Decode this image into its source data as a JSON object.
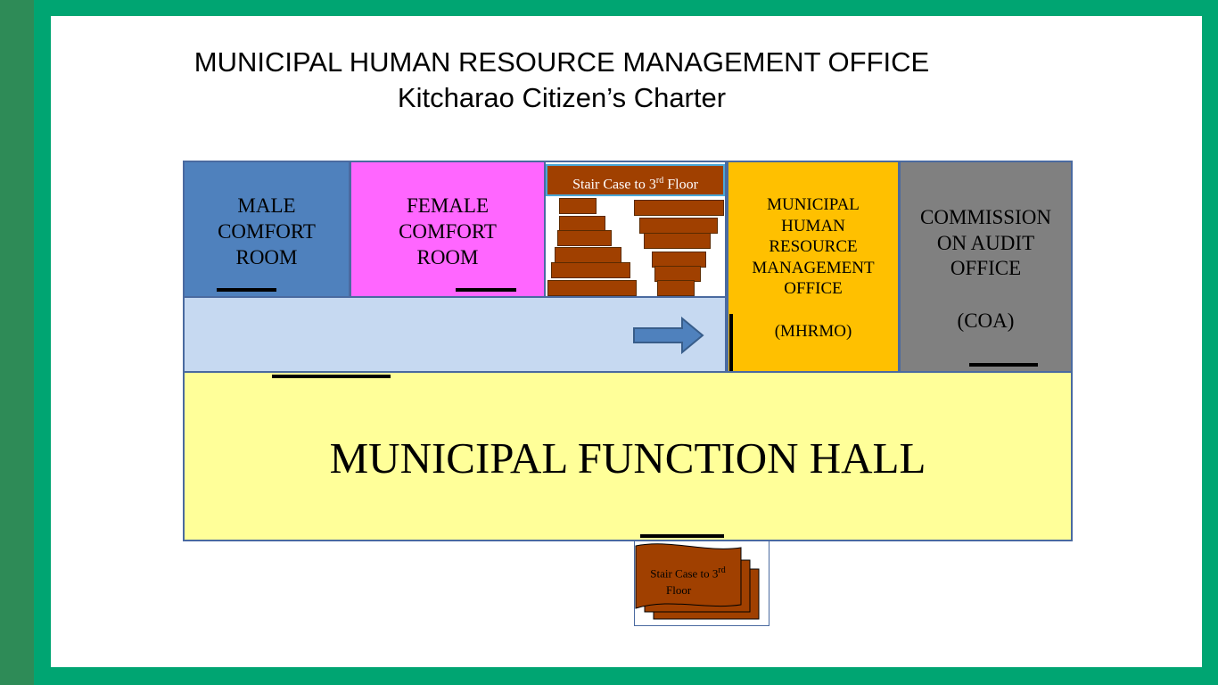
{
  "header": {
    "title": "MUNICIPAL HUMAN RESOURCE MANAGEMENT OFFICE",
    "subtitle": "Kitcharao Citizen’s Charter"
  },
  "rooms": {
    "male_cr": {
      "line1": "MALE",
      "line2": "COMFORT",
      "line3": "ROOM"
    },
    "female_cr": {
      "line1": "FEMALE",
      "line2": "COMFORT",
      "line3": "ROOM"
    },
    "stair_top": {
      "label_main": "Stair Case to 3",
      "label_sup": "rd",
      "label_end": " Floor"
    },
    "mhrmo": {
      "line1": "MUNICIPAL",
      "line2": "HUMAN",
      "line3": "RESOURCE",
      "line4": "MANAGEMENT",
      "line5": "OFFICE",
      "abbr": "(MHRMO)"
    },
    "coa": {
      "line1": "COMMISSION",
      "line2": "ON AUDIT",
      "line3": "OFFICE",
      "abbr": "(COA)"
    },
    "function_hall": {
      "label": "MUNICIPAL FUNCTION HALL"
    },
    "stair_bottom": {
      "label_main": "Stair Case to 3",
      "label_sup": "rd",
      "label_end": "Floor"
    }
  },
  "colors": {
    "male_cr": "#4f81bd",
    "female_cr": "#ff66ff",
    "mhrmo": "#ffc000",
    "coa": "#808080",
    "hallway": "#c6d9f1",
    "function_hall": "#ffff99",
    "stairs": "#a04000",
    "arrow": "#4f81bd"
  },
  "icons": {
    "hallway_arrow": "right-arrow-icon"
  }
}
